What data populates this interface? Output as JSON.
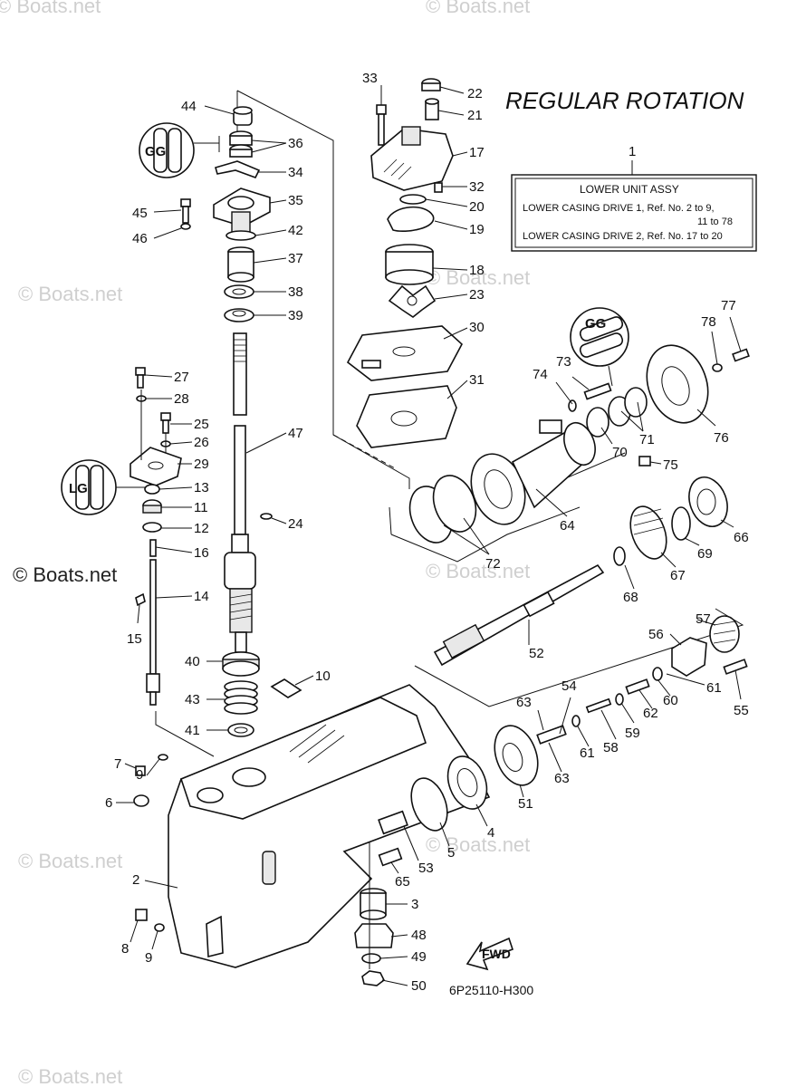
{
  "title": "REGULAR ROTATION",
  "reference_code": "6P25110-H300",
  "watermarks": [
    "© Boats.net",
    "© Boats.net",
    "© Boats.net",
    "© Boats.net",
    "© Boats.net",
    "© Boats.net",
    "© Boats.net",
    "© Boats.net",
    "© Boats.net"
  ],
  "info_box": {
    "callout": "1",
    "heading": "LOWER UNIT ASSY",
    "line1": "LOWER CASING DRIVE 1, Ref. No. 2 to 9,",
    "line2": "11 to 78",
    "line3": "LOWER CASING DRIVE 2, Ref. No. 17 to 20"
  },
  "fwd_label": "FWD",
  "detail_labels": [
    "GG",
    "LG",
    "GG"
  ],
  "callouts": [
    "44",
    "36",
    "34",
    "35",
    "45",
    "46",
    "42",
    "37",
    "38",
    "39",
    "33",
    "22",
    "21",
    "17",
    "32",
    "20",
    "19",
    "18",
    "23",
    "30",
    "31",
    "47",
    "27",
    "28",
    "25",
    "26",
    "29",
    "13",
    "11",
    "12",
    "24",
    "16",
    "14",
    "15",
    "40",
    "10",
    "43",
    "41",
    "7",
    "9",
    "6",
    "2",
    "8",
    "9",
    "3",
    "48",
    "49",
    "50",
    "65",
    "53",
    "5",
    "4",
    "51",
    "63",
    "54",
    "63",
    "61",
    "58",
    "59",
    "62",
    "60",
    "61",
    "55",
    "57",
    "56",
    "52",
    "68",
    "67",
    "69",
    "66",
    "72",
    "64",
    "70",
    "75",
    "71",
    "76",
    "73",
    "74",
    "78",
    "77"
  ]
}
